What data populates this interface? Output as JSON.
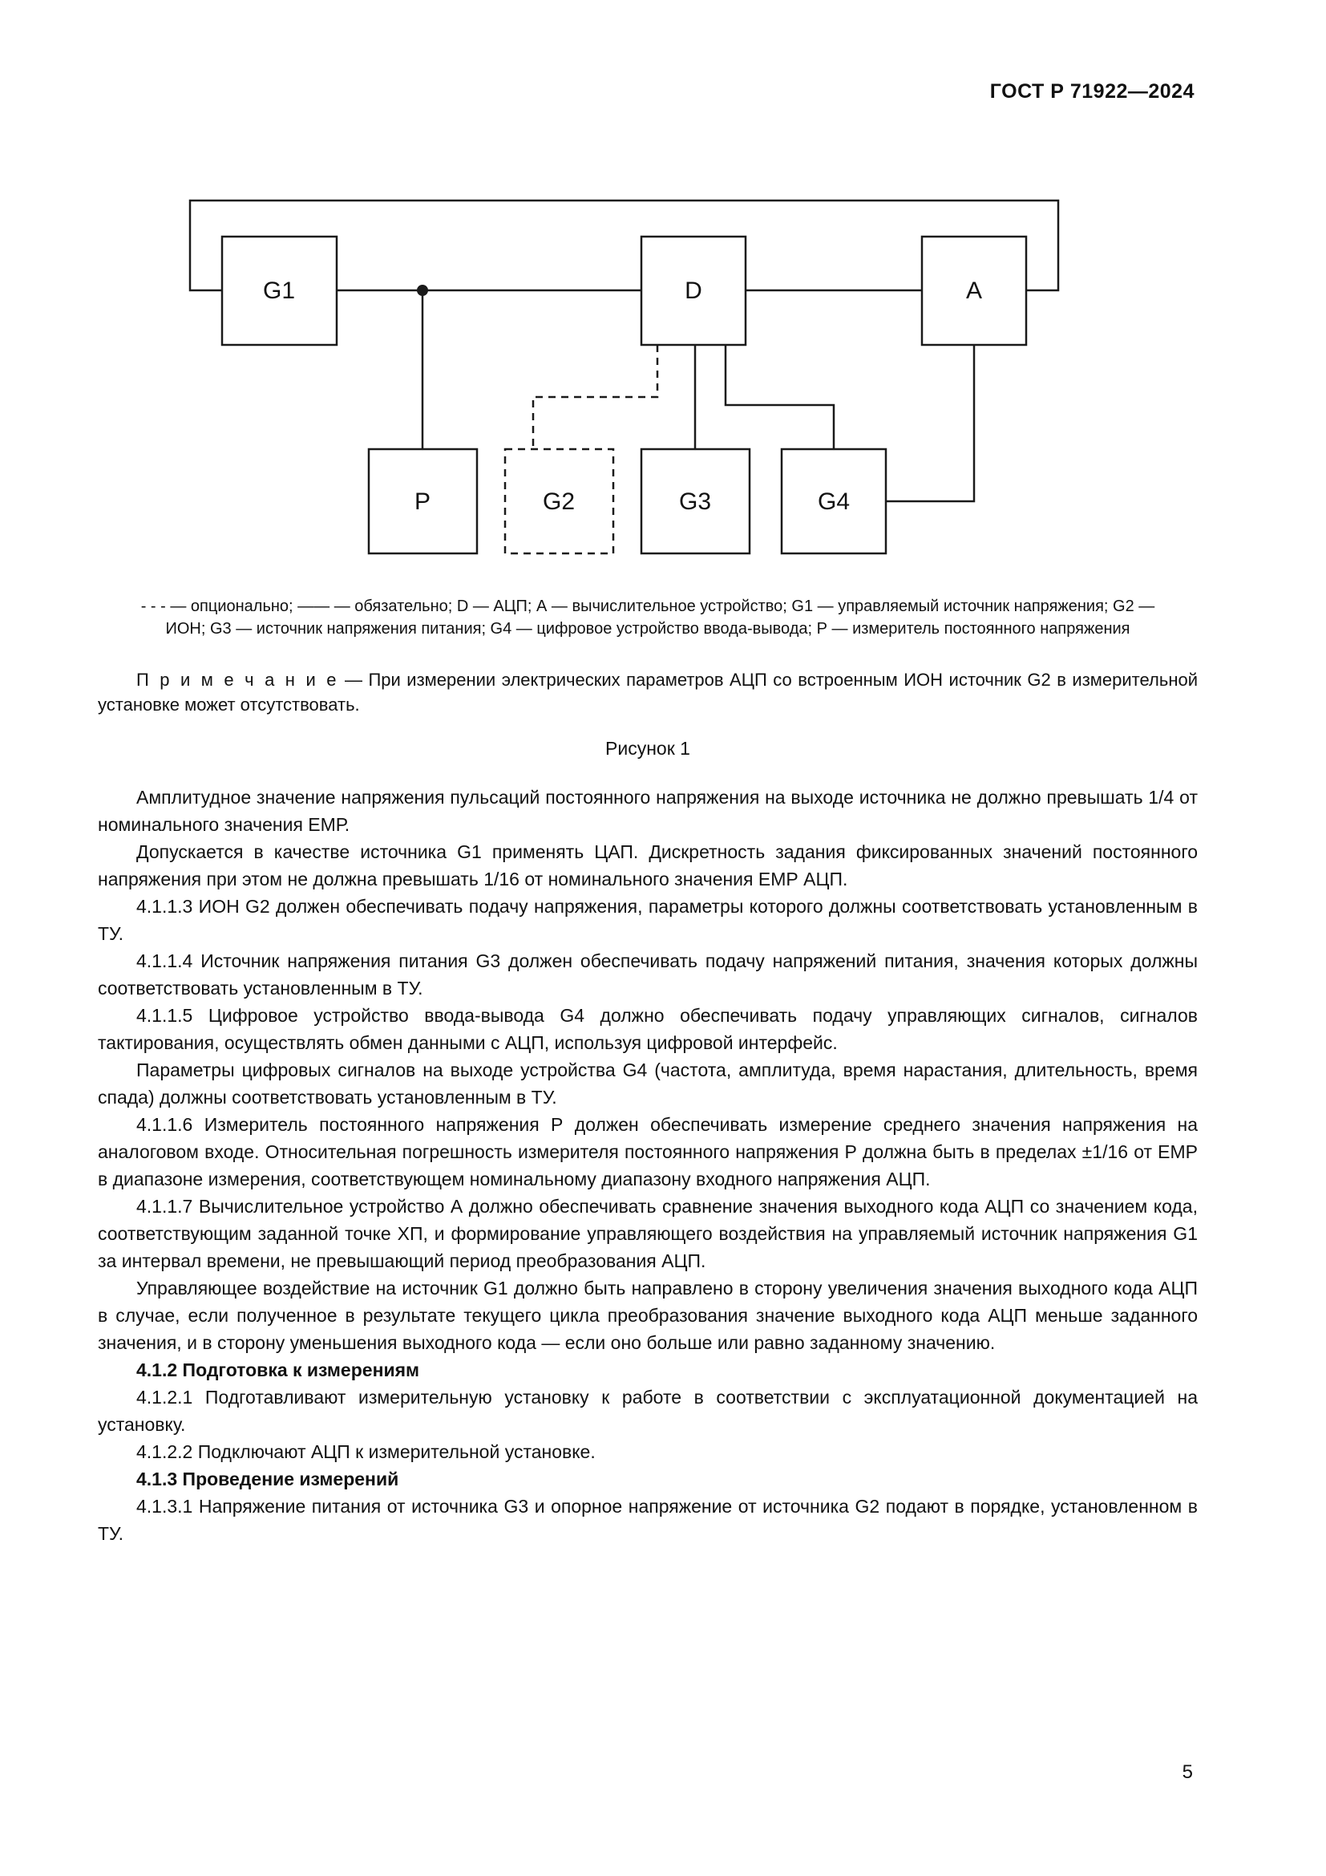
{
  "header": {
    "title": "ГОСТ Р 71922—2024"
  },
  "figure": {
    "boxes": {
      "g1": "G1",
      "d": "D",
      "a": "A",
      "p": "P",
      "g2": "G2",
      "g3": "G3",
      "g4": "G4"
    },
    "caption": "- - - — опционально; —— — обязательно; D — АЦП; А — вычислительное устройство; G1 — управляемый источник напряжения; G2 — ИОН; G3 — источник напряжения питания; G4 — цифровое устройство ввода-вывода; Р — измеритель постоянного напряжения",
    "note_label": "П р и м е ч а н и е",
    "note_text": "— При измерении электрических параметров АЦП со встроенным ИОН источник G2 в измерительной установке может отсутствовать.",
    "figure_label": "Рисунок 1"
  },
  "body": {
    "paragraphs": [
      {
        "text": "Амплитудное значение напряжения пульсаций постоянного напряжения на выходе источника не должно превышать 1/4 от номинального значения ЕМР."
      },
      {
        "text": "Допускается в качестве источника G1 применять ЦАП. Дискретность задания фиксированных значений постоянного напряжения при этом не должна превышать 1/16 от номинального значения ЕМР АЦП."
      },
      {
        "text": "4.1.1.3 ИОН G2 должен обеспечивать подачу напряжения, параметры которого должны соответствовать установленным в ТУ."
      },
      {
        "text": "4.1.1.4 Источник напряжения питания G3 должен обеспечивать подачу напряжений питания, значения которых должны соответствовать установленным в ТУ."
      },
      {
        "text": "4.1.1.5 Цифровое устройство ввода-вывода G4 должно обеспечивать подачу управляющих сигналов, сигналов тактирования, осуществлять обмен данными с АЦП, используя цифровой интерфейс."
      },
      {
        "text": "Параметры цифровых сигналов на выходе устройства G4 (частота, амплитуда, время нарастания, длительность, время спада) должны соответствовать установленным в ТУ."
      },
      {
        "text": "4.1.1.6 Измеритель постоянного напряжения Р должен обеспечивать измерение среднего значения напряжения на аналоговом входе. Относительная погрешность измерителя постоянного напряжения Р должна быть в пределах ±1/16 от ЕМР в диапазоне измерения, соответствующем номинальному диапазону входного напряжения АЦП."
      },
      {
        "text": "4.1.1.7 Вычислительное устройство А должно обеспечивать сравнение значения выходного кода АЦП со значением кода, соответствующим заданной точке ХП, и формирование управляющего воздействия на управляемый источник напряжения G1 за интервал времени, не превышающий период преобразования АЦП."
      },
      {
        "text": "Управляющее воздействие на источник G1 должно быть направлено в сторону увеличения значения выходного кода АЦП в случае, если полученное в результате текущего цикла преобразования значение выходного кода АЦП меньше заданного значения, и в сторону уменьшения выходного кода — если оно больше или равно заданному значению."
      },
      {
        "text": "4.1.2 Подготовка к измерениям"
      },
      {
        "text": "4.1.2.1 Подготавливают измерительную установку к работе в соответствии с эксплуатационной документацией на установку."
      },
      {
        "text": "4.1.2.2 Подключают АЦП к измерительной установке."
      },
      {
        "text": "4.1.3 Проведение измерений"
      },
      {
        "text": "4.1.3.1 Напряжение питания от источника G3 и опорное напряжение от источника G2 подают в порядке, установленном в ТУ."
      }
    ]
  },
  "page_number": "5"
}
